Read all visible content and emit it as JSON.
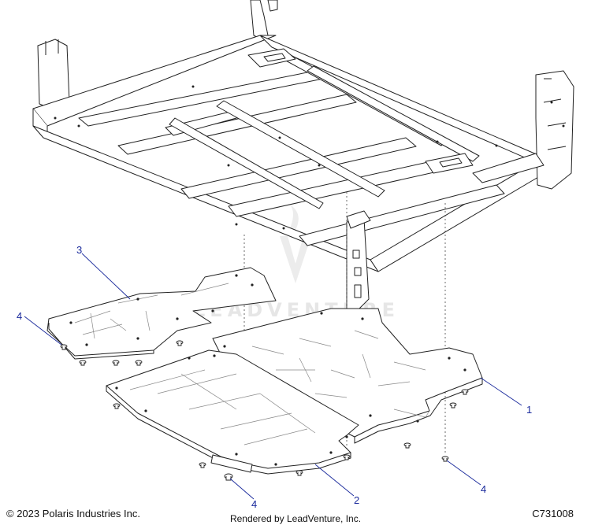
{
  "callouts": [
    {
      "id": "1",
      "label": "1"
    },
    {
      "id": "2",
      "label": "2"
    },
    {
      "id": "3",
      "label": "3"
    },
    {
      "id": "4a",
      "label": "4"
    },
    {
      "id": "4b",
      "label": "4"
    },
    {
      "id": "4c",
      "label": "4"
    }
  ],
  "footer": {
    "copyright": "© 2023 Polaris Industries Inc.",
    "drawing_number": "C731008",
    "rendered_by": "Rendered by LeadVenture, Inc."
  },
  "watermark": {
    "text": "LEADVENTURE"
  },
  "colors": {
    "callout": "#1a2a9c",
    "line": "#222222",
    "part_fill": "#ffffff"
  }
}
